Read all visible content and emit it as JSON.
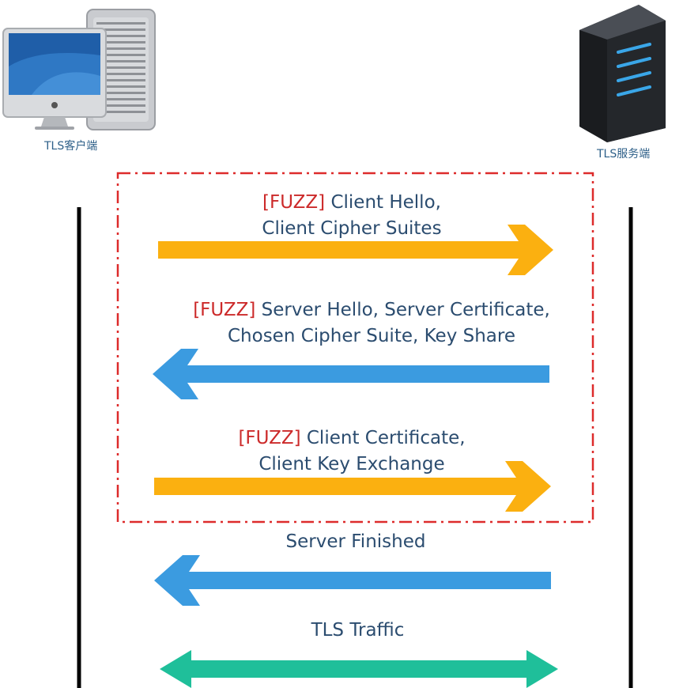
{
  "nodes": {
    "client": {
      "label": "TLS客户端",
      "icon": "desktop-computer-icon"
    },
    "server": {
      "label": "TLS服务端",
      "icon": "server-tower-icon"
    }
  },
  "fuzz_tag": "[FUZZ]",
  "messages": [
    {
      "id": "client-hello",
      "fuzz": true,
      "line1": "Client Hello,",
      "line2": "Client Cipher Suites",
      "direction": "client-to-server",
      "color": "#fbb010"
    },
    {
      "id": "server-hello",
      "fuzz": true,
      "line1": "Server Hello, Server Certificate,",
      "line2": "Chosen Cipher Suite, Key Share",
      "direction": "server-to-client",
      "color": "#3b9be0"
    },
    {
      "id": "client-cert",
      "fuzz": true,
      "line1": "Client Certificate,",
      "line2": "Client Key Exchange",
      "direction": "client-to-server",
      "color": "#fbb010"
    },
    {
      "id": "server-finished",
      "fuzz": false,
      "line1": "Server Finished",
      "direction": "server-to-client",
      "color": "#3b9be0"
    },
    {
      "id": "tls-traffic",
      "fuzz": false,
      "line1": "TLS Traffic",
      "direction": "bidirectional",
      "color": "#1fbf9a"
    }
  ],
  "colors": {
    "fuzz_box": "#dd2b2b",
    "lifeline": "#000000",
    "text": "#2b4c6f",
    "fuzz_text": "#cc2a2a"
  }
}
